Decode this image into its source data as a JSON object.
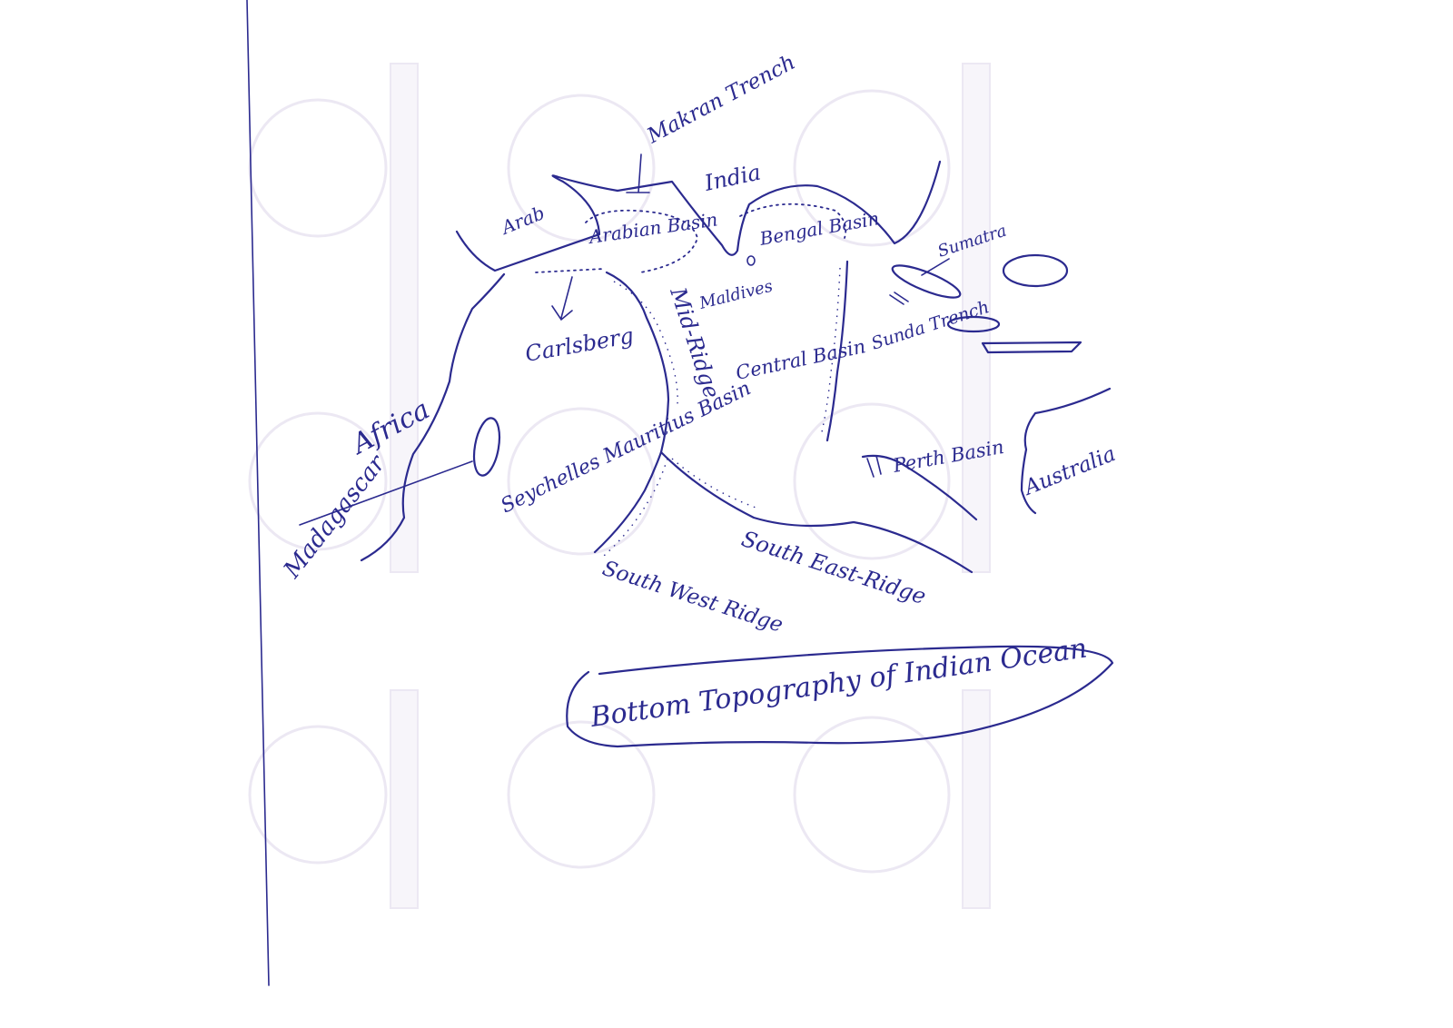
{
  "diagram": {
    "title": "Bottom Topography of Indian Ocean",
    "labels": {
      "makran_trench": "Makran Trench",
      "india": "India",
      "arab": "Arab",
      "arabian_basin": "Arabian Basin",
      "bengal_basin": "Bengal Basin",
      "sumatra": "Sumatra",
      "maldives": "Maldives",
      "mid_ridge": "Mid-Ridge",
      "carlsberg": "Carlsberg",
      "central_basin": "Central Basin",
      "sunda_trench": "Sunda Trench",
      "africa": "Africa",
      "seychelles_mauritius_basin": "Seychelles Mauritius Basin",
      "madagascar": "Madagascar",
      "perth_basin": "Perth Basin",
      "australia": "Australia",
      "southeast_ridge": "South East-Ridge",
      "southwest_ridge": "South West Ridge"
    },
    "colors": {
      "ink": "#2b2a8f",
      "paper": "#ffffff",
      "bleed": "#ece8f3"
    }
  }
}
